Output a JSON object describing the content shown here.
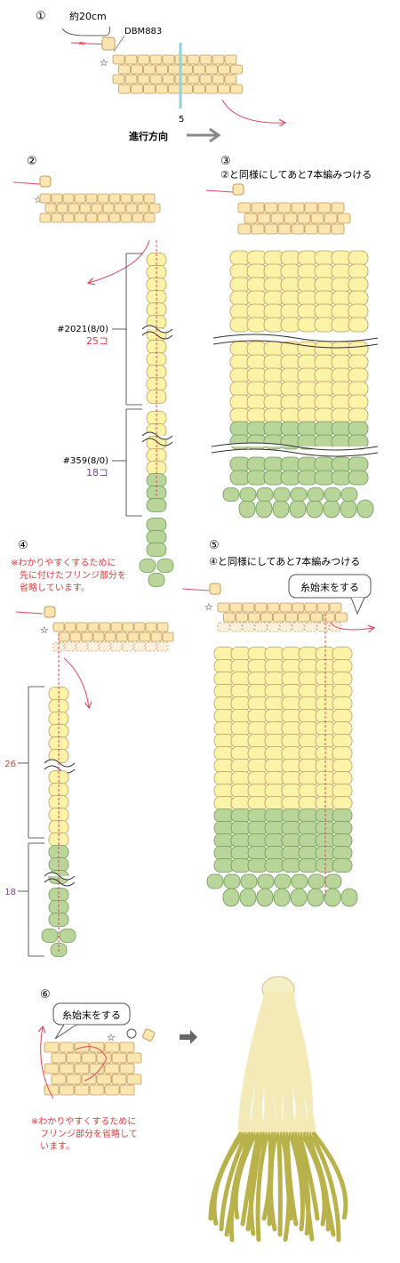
{
  "step_numbers": [
    "①",
    "②",
    "③",
    "④",
    "⑤",
    "⑥"
  ],
  "step1": {
    "length_label": "約20cm",
    "bead_label": "DBM883",
    "star": "☆",
    "column_number": "5",
    "direction_label": "進行方向"
  },
  "step2": {
    "star": "☆",
    "bead_a_code": "#2021(8/0)",
    "bead_a_count": "25コ",
    "bead_b_code": "#359(8/0)",
    "bead_b_count": "18コ"
  },
  "step3": {
    "caption": "②と同様にしてあと7本編みつける"
  },
  "step4": {
    "star": "☆",
    "note_lines": [
      "※わかりやすくするために",
      "先に付けたフリンジ部分を",
      "省略しています。"
    ],
    "count_a": "26",
    "count_b": "18"
  },
  "step5": {
    "caption": "④と同様にしてあと7本編みつける",
    "star": "☆",
    "bubble": "糸始末をする"
  },
  "step6": {
    "bubble": "糸始末をする",
    "star": "☆",
    "note_lines": [
      "※わかりやすくするために",
      "フリンジ部分を省略して",
      "います。"
    ]
  },
  "colors": {
    "delica_fill": "#fbe5b0",
    "delica_stroke": "#c49a5a",
    "cream_fill": "#fbf3a8",
    "green_fill": "#b9d59a",
    "green_stroke": "#6e9c55",
    "thread": "#e5455b",
    "guide_line": "#8fd3dc",
    "arrow_gray": "#888888",
    "note_red": "#e8383d",
    "count_purple": "#7b3f9e"
  },
  "photo": {
    "description_icon": "tassel-photo"
  }
}
